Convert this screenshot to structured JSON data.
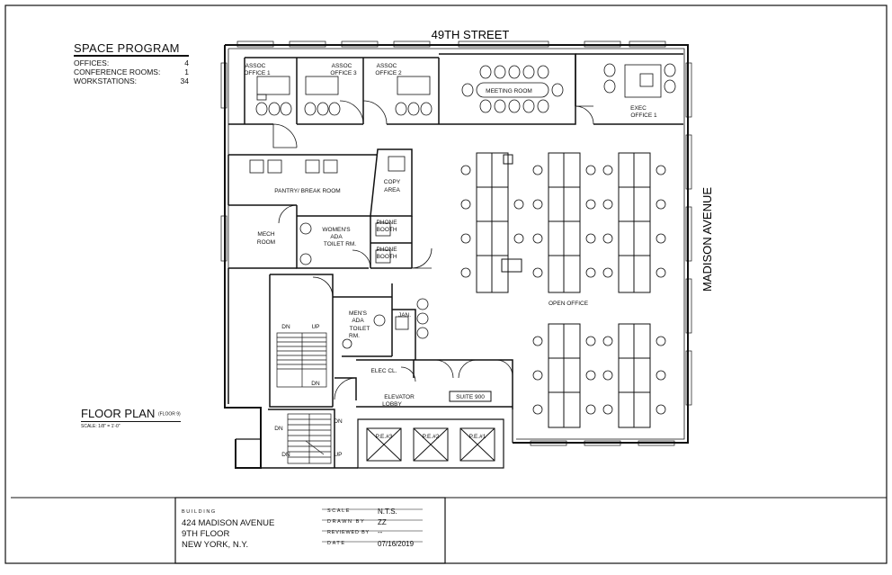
{
  "street_top": "49TH STREET",
  "street_side": "MADISON AVENUE",
  "space_program": {
    "title": "SPACE PROGRAM",
    "rows": [
      {
        "label": "OFFICES:",
        "value": "4"
      },
      {
        "label": "CONFERENCE ROOMS:",
        "value": "1"
      },
      {
        "label": "WORKSTATIONS:",
        "value": "34"
      }
    ]
  },
  "floor_plan": {
    "title": "FLOOR PLAN",
    "subtitle": "(FLOOR 9)",
    "scale": "SCALE: 1/8\" = 1'-0\""
  },
  "rooms": {
    "assoc_office_1": [
      "ASSOC",
      "OFFICE 1"
    ],
    "assoc_office_3": [
      "ASSOC",
      "OFFICE 3"
    ],
    "assoc_office_2": [
      "ASSOC",
      "OFFICE 2"
    ],
    "meeting_room": "MEETING ROOM",
    "exec_office_1": [
      "EXEC",
      "OFFICE 1"
    ],
    "pantry": "PANTRY/ BREAK ROOM",
    "copy_area": [
      "COPY",
      "AREA"
    ],
    "mech_room": [
      "MECH",
      "ROOM"
    ],
    "womens_toilet": [
      "WOMEN'S",
      "ADA",
      "TOILET RM."
    ],
    "phone_booth_1": [
      "PHONE",
      "BOOTH"
    ],
    "phone_booth_2": [
      "PHONE",
      "BOOTH"
    ],
    "open_office": "OPEN OFFICE",
    "mens_toilet": [
      "MEN'S",
      "ADA",
      "TOILET",
      "RM."
    ],
    "jan": "JAN.",
    "elec_cl": "ELEC CL.",
    "elevator_lobby": [
      "ELEVATOR",
      "LOBBY"
    ],
    "suite": "SUITE 900",
    "pe3": "P.E.#3",
    "pe2": "P.E.#2",
    "pe1": "P.E.#1",
    "dn": "DN",
    "up": "UP"
  },
  "title_block": {
    "building_label": "BUILDING",
    "address": [
      "424 MADISON AVENUE",
      "9TH FLOOR",
      "NEW YORK, N.Y."
    ],
    "scale_label": "SCALE",
    "scale_value": "N.T.S.",
    "drawn_label": "DRAWN BY",
    "drawn_value": "ZZ",
    "reviewed_label": "REVIEWED BY",
    "reviewed_value": "--",
    "date_label": "DATE",
    "date_value": "07/16/2019"
  }
}
